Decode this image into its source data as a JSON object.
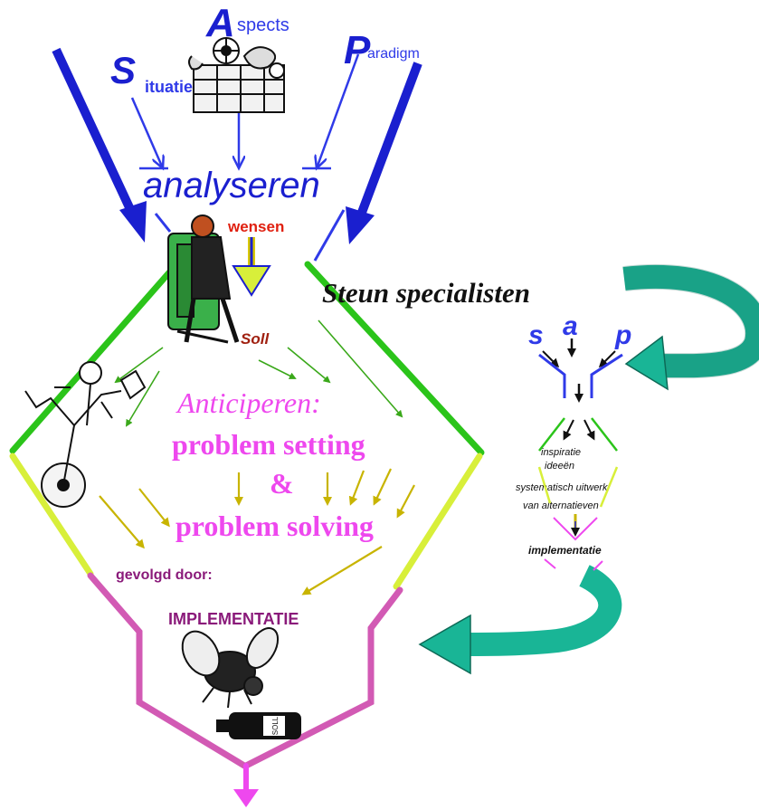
{
  "top": {
    "aspects_initial": "A",
    "aspects_rest": "spects",
    "situatie_initial": "S",
    "situatie_rest": "ituatie",
    "paradigm_initial": "P",
    "paradigm_rest": "aradigm"
  },
  "analyseren": "analyseren",
  "wensen": "wensen",
  "soll": "Soll",
  "steun": "Steun specialisten",
  "anticiperen": "Anticiperen:",
  "problem_setting": "problem setting",
  "ampersand": "&",
  "problem_solving": "problem solving",
  "gevolgd_door": "gevolgd door:",
  "implementatie": "IMPLEMENTATIE",
  "bottle_label": "SOLL",
  "mini": {
    "s": "s",
    "a": "a",
    "p": "p",
    "line1": "inspiratie",
    "line2": "ideeën",
    "line3": "systematisch uitwerk",
    "line4": "van alternatieven",
    "implementatie": "implementatie"
  },
  "colors": {
    "darkblue": "#1a1fcf",
    "blue": "#2f3ae8",
    "green": "#2bc41a",
    "yellowgreen": "#d8ef3a",
    "magenta": "#d25ab4",
    "pink": "#ee48ee",
    "teal": "#19b596",
    "olive": "#c8b400",
    "red": "#e02010",
    "purple": "#8a1a7a"
  }
}
